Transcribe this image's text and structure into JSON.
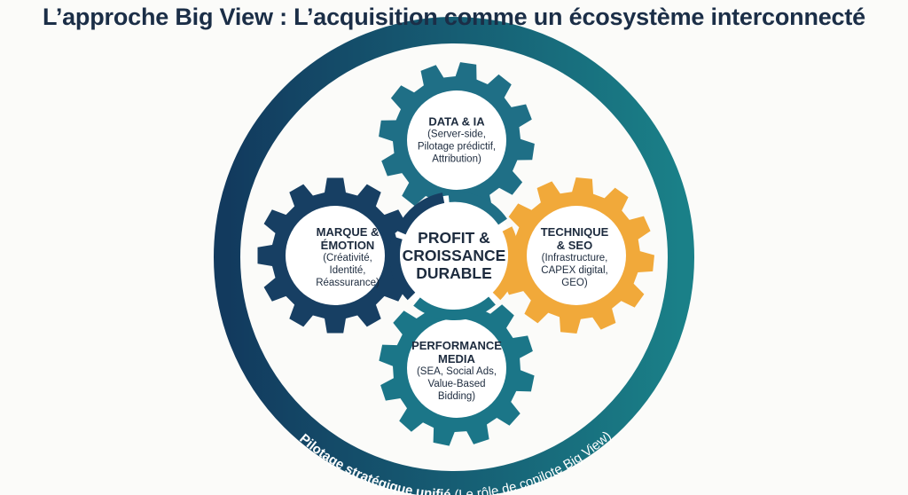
{
  "title": "L’approche Big View : L’acquisition comme un écosystème interconnecté",
  "center": {
    "lines": [
      "PROFIT &",
      "CROISSANCE",
      "DURABLE"
    ]
  },
  "gears": [
    {
      "id": "data",
      "title": "DATA & IA",
      "details": [
        "(Server-side,",
        "Pilotage prédictif,",
        "Attribution)"
      ],
      "color": "#1f6f86"
    },
    {
      "id": "marque",
      "title_lines": [
        "MARQUE &",
        "ÉMOTION"
      ],
      "details": [
        "(Créativité,",
        "Identité,",
        "Réassurance)"
      ],
      "color": "#173f63"
    },
    {
      "id": "technique",
      "title_lines": [
        "TECHNIQUE",
        "& SEO"
      ],
      "details": [
        "(Infrastructure,",
        "CAPEX digital,",
        "GEO)"
      ],
      "color": "#f1a93a"
    },
    {
      "id": "performance",
      "title_lines": [
        "PERFORMANCE",
        "MEDIA"
      ],
      "details": [
        "(SEA, Social Ads,",
        "Value-Based",
        "Bidding)"
      ],
      "color": "#1b7688"
    }
  ],
  "ring": {
    "label_bold": "Pilotage stratégique unifié",
    "label_normal": " (Le rôle de copilote Big View)",
    "color_start": "#123a5e",
    "color_end": "#1a8088"
  }
}
